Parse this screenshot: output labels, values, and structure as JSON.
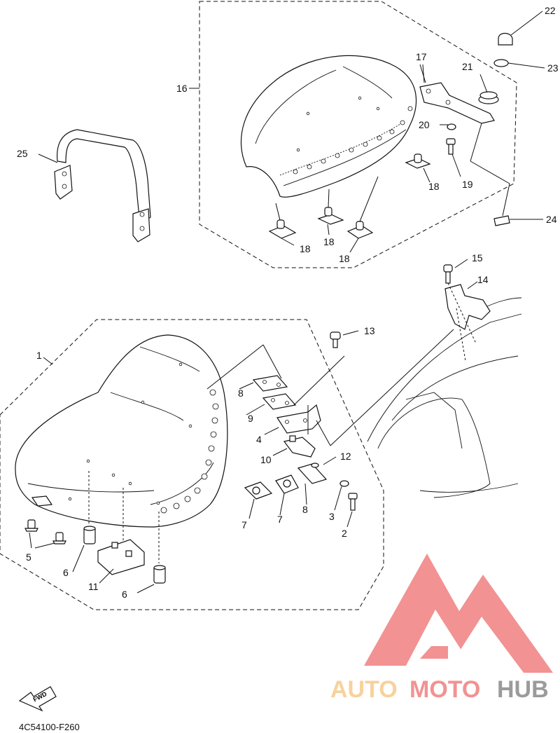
{
  "part_numbers": [
    "1",
    "2",
    "3",
    "4",
    "5",
    "6",
    "7",
    "8",
    "9",
    "10",
    "11",
    "12",
    "13",
    "14",
    "15",
    "16",
    "17",
    "18",
    "19",
    "20",
    "21",
    "22",
    "23",
    "24",
    "25"
  ],
  "fwd_label": "FWD",
  "diagram_code": "4C54100-F260",
  "watermark": {
    "auto": "AUTO",
    "moto": "MOTO",
    "hub": "HUB",
    "color_light": "#f7c98a",
    "color_red": "#f08080",
    "color_dark": "#8a8a8a"
  }
}
